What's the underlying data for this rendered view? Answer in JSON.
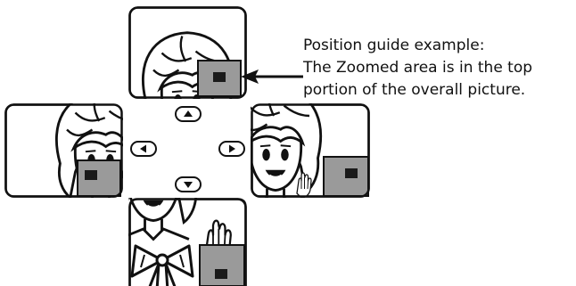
{
  "guide": {
    "caption_lines": [
      "Position guide example:",
      "The Zoomed area is in the top",
      "portion of the overall picture."
    ]
  },
  "views": [
    {
      "id": "top",
      "zoomed_area": "top portion"
    },
    {
      "id": "left",
      "zoomed_area": "left portion"
    },
    {
      "id": "right",
      "zoomed_area": "right portion"
    },
    {
      "id": "bottom",
      "zoomed_area": "bottom portion"
    }
  ],
  "controls": {
    "arrows": [
      "up",
      "left",
      "right",
      "down"
    ],
    "icons": {
      "up": "triangle-up-icon",
      "left": "triangle-left-icon",
      "right": "triangle-right-icon",
      "down": "triangle-down-icon"
    }
  },
  "colors": {
    "line": "#111111",
    "zoom_indicator_fill": "#9a9a9a",
    "zoom_inner_fill": "#1a1a1a",
    "background": "#ffffff"
  }
}
